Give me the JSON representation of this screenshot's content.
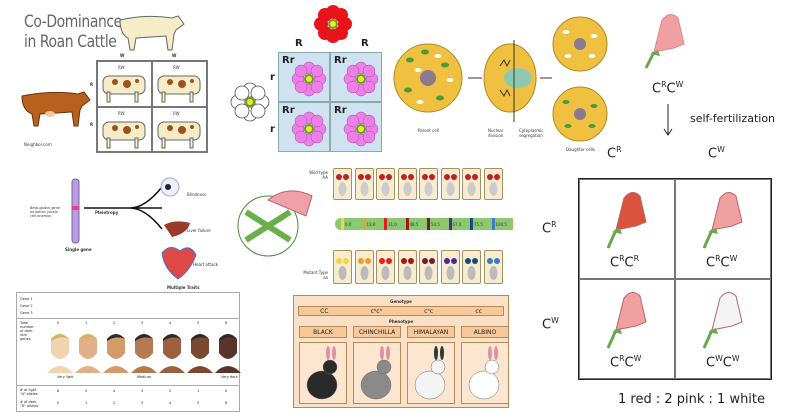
{
  "cattle": {
    "title_line1": "Co-Dominance",
    "title_line2": "in Roan Cattle",
    "col_labels": [
      "W",
      "W"
    ],
    "row_labels": [
      "R",
      "R"
    ],
    "cells": [
      "RW",
      "RW",
      "RW",
      "RW"
    ],
    "credit": "Neighbor.com"
  },
  "flower_punnett": {
    "col_labels": [
      "R",
      "R"
    ],
    "row_labels": [
      "r",
      "r"
    ],
    "cells": [
      "Rr",
      "Rr",
      "Rr",
      "Rr"
    ],
    "colors": {
      "red": "#e8141c",
      "pink": "#ee7ee8",
      "white": "#ffffff",
      "cell_bg": "#cfe2f0"
    }
  },
  "cell_division": {
    "labels": {
      "parent": "Parent cell",
      "nuclear": "Nuclear division",
      "cytoplasmic": "Cytoplasmic segregation",
      "daughter": "Daughter cells"
    }
  },
  "snapdragon": {
    "parent": {
      "base": "C",
      "a1": "R",
      "a2": "W"
    },
    "process": "self-fertilization",
    "col_labels": [
      {
        "b": "C",
        "s": "R"
      },
      {
        "b": "C",
        "s": "W"
      }
    ],
    "row_labels": [
      {
        "b": "C",
        "s": "R"
      },
      {
        "b": "C",
        "s": "W"
      }
    ],
    "cells": [
      {
        "a1": "R",
        "a2": "R",
        "color": "#d9533f"
      },
      {
        "a1": "R",
        "a2": "W",
        "color": "#f0a0a0"
      },
      {
        "a1": "R",
        "a2": "W",
        "color": "#f0a0a0"
      },
      {
        "a1": "W",
        "a2": "W",
        "color": "#f4f4f4"
      }
    ],
    "ratio": "1 red : 2 pink : 1 white"
  },
  "pleiotropy": {
    "gene_label": "Beta-globin gene mutation (sickle cell anemia)",
    "gene_caption": "Single gene",
    "arrow_label": "Pleiotropy",
    "effects": [
      "Blindness",
      "Liver failure",
      "Heart attack"
    ],
    "caption": "Multiple Traits"
  },
  "drosophila": {
    "wild_label": "Wild type",
    "wild_genotype": "AA",
    "mutant_label": "Mutant Type",
    "mutant_genotype": "aa",
    "loci": [
      "0.0",
      "13.0",
      "31.0",
      "48.5",
      "54.5",
      "67.0",
      "75.5",
      "104.5"
    ],
    "locus_colors": [
      "#f2d640",
      "#f09a30",
      "#e02020",
      "#a01818",
      "#7a1830",
      "#4a2a9a",
      "#1a4a7a",
      "#3a7ac8"
    ]
  },
  "skin_color": {
    "genes": [
      "Gene 1",
      "Gene 2",
      "Gene 3"
    ],
    "totals_label": "Total number of dark-skin genes",
    "totals": [
      "0",
      "1",
      "2",
      "3",
      "4",
      "5",
      "6"
    ],
    "scale_labels": [
      "Very light",
      "Medium",
      "Very dark"
    ],
    "light_label": "# of light \"d\" alleles",
    "light": [
      "6",
      "5",
      "4",
      "3",
      "2",
      "1",
      "0"
    ],
    "dark_label": "# of dark \"D\" alleles",
    "dark": [
      "0",
      "1",
      "2",
      "3",
      "4",
      "5",
      "6"
    ],
    "skin_tones": [
      "#f2d3b0",
      "#e0b088",
      "#d39a6a",
      "#b57a52",
      "#9a6040",
      "#7a4a30",
      "#5a3428"
    ]
  },
  "rabbits": {
    "genotype_title": "Genotype",
    "genotypes": [
      "CC",
      "cʰcʰ",
      "cʰc",
      "cc"
    ],
    "phenotype_title": "Phenotype",
    "phenotypes": [
      "BLACK",
      "CHINCHILLA",
      "HIMALAYAN",
      "ALBINO"
    ],
    "fur_colors": [
      "#2a2a2a",
      "#8a8a8a",
      "#f4f4f4",
      "#ffffff"
    ]
  }
}
